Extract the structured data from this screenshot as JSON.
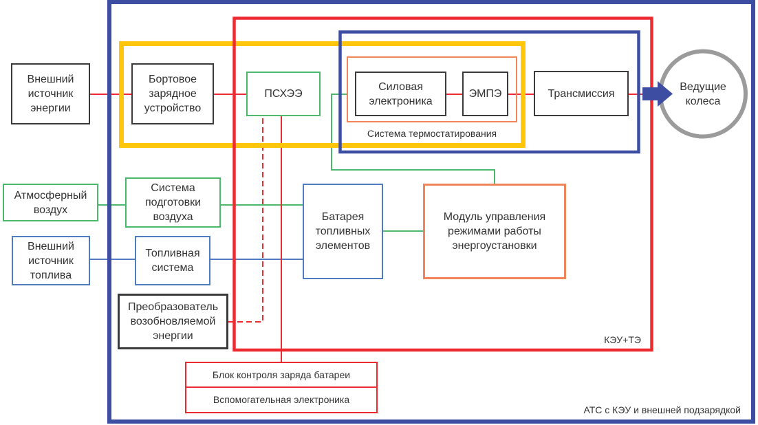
{
  "frames": {
    "vehicle": {
      "label": "АТС с КЭУ и внешней подзарядкой"
    },
    "powerplant": {
      "label": "КЭУ+ТЭ"
    },
    "thermal": {
      "label": "Система термостатирования"
    }
  },
  "blocks": {
    "external_energy": "Внешний\nисточник\nэнергии",
    "onboard_charger": "Бортовое\nзарядное\nустройство",
    "pshee": "ПСХЭЭ",
    "power_electronics": "Силовая\nэлектроника",
    "empe": "ЭМПЭ",
    "transmission": "Трансмиссия",
    "drive_wheels": "Ведущие\nколеса",
    "atmospheric_air": "Атмосферный\nвоздух",
    "air_preparation": "Система\nподготовки\nвоздуха",
    "external_fuel": "Внешний\nисточник\nтоплива",
    "fuel_system": "Топливная\nсистема",
    "fuel_cell_battery": "Батарея\nтопливных\nэлементов",
    "control_module": "Модуль управления\nрежимами работы\nэнергоустановки",
    "renewable_converter": "Преобразователь\nвозобновляемой\nэнергии",
    "charge_control": "Блок контроля заряда батареи",
    "aux_electronics": "Вспомогательная электроника"
  },
  "connections": [
    {
      "from": "external_energy",
      "to": "onboard_charger",
      "type": "electric"
    },
    {
      "from": "onboard_charger",
      "to": "pshee",
      "type": "electric"
    },
    {
      "from": "power_electronics",
      "to": "empe",
      "type": "electric"
    },
    {
      "from": "empe",
      "to": "transmission",
      "type": "electric"
    },
    {
      "from": "transmission",
      "to": "drive_wheels",
      "type": "mechanical-arrow"
    },
    {
      "from": "atmospheric_air",
      "to": "air_preparation",
      "type": "air"
    },
    {
      "from": "air_preparation",
      "to": "fuel_cell_battery",
      "type": "air"
    },
    {
      "from": "external_fuel",
      "to": "fuel_system",
      "type": "fuel"
    },
    {
      "from": "fuel_system",
      "to": "fuel_cell_battery",
      "type": "fuel"
    },
    {
      "from": "fuel_cell_battery",
      "to": "control_module",
      "type": "control"
    },
    {
      "from": "control_module",
      "to": "power_electronics",
      "type": "control"
    },
    {
      "from": "pshee",
      "to": "charge_control",
      "type": "electric"
    },
    {
      "from": "renewable_converter",
      "to": "pshee",
      "type": "electric-dashed"
    }
  ],
  "colors": {
    "vehicle_frame": "#3d4ea2",
    "powerplant_frame": "#ed2a30",
    "charging_group_frame": "#ffc60b",
    "drivetrain_frame": "#3d4ea2",
    "thermal_frame": "#f2845a",
    "electric_link": "#ed2a30",
    "air_link": "#4cb86b",
    "fuel_link": "#4f7cc0",
    "arrow": "#3d4ea2",
    "wheel": "#9b9b9b"
  }
}
